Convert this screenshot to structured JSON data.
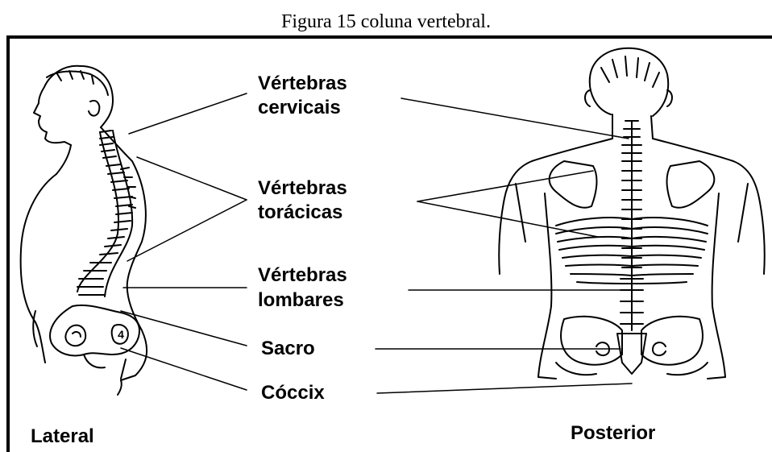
{
  "caption": "Figura 15 coluna vertebral.",
  "labels": {
    "cervical_1": "Vértebras",
    "cervical_2": "cervicais",
    "thoracic_1": "Vértebras",
    "thoracic_2": "torácicas",
    "lumbar_1": "Vértebras",
    "lumbar_2": "lombares",
    "sacrum": "Sacro",
    "coccyx": "Cóccix"
  },
  "views": {
    "lateral": "Lateral",
    "posterior": "Posterior"
  },
  "sacrum_number": "4"
}
